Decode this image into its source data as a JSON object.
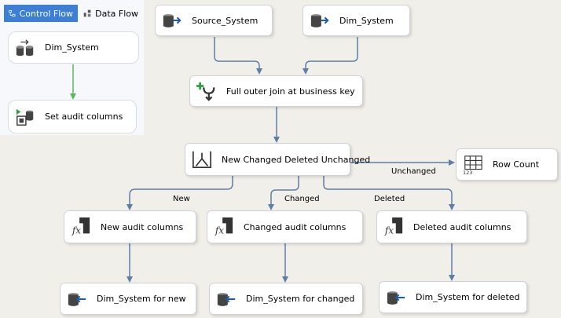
{
  "tabs": {
    "control_flow": "Control Flow",
    "data_flow": "Data Flow"
  },
  "control_flow_nodes": {
    "dim_system": "Dim_System",
    "set_audit": "Set audit columns"
  },
  "data_flow_nodes": {
    "source_system": "Source_System",
    "dim_system_src": "Dim_System",
    "full_outer_join": "Full outer join at business key",
    "split": "New Changed Deleted Unchanged",
    "row_count": "Row Count",
    "new_audit": "New audit columns",
    "changed_audit": "Changed audit columns",
    "deleted_audit": "Deleted audit columns",
    "dest_new": "Dim_System for new",
    "dest_changed": "Dim_System for changed",
    "dest_deleted": "Dim_System for deleted"
  },
  "edge_labels": {
    "new": "New",
    "changed": "Changed",
    "deleted": "Deleted",
    "unchanged": "Unchanged"
  },
  "icon_names": [
    "control-flow-icon",
    "data-flow-icon",
    "database-source-icon",
    "database-destination-icon",
    "merge-join-icon",
    "conditional-split-icon",
    "row-count-icon",
    "derived-column-icon",
    "execute-sql-icon",
    "data-flow-task-icon"
  ],
  "colors": {
    "accent_tab": "#3d7fd6",
    "arrow": "#5f7ea6",
    "cf_arrow": "#5cb85c"
  }
}
